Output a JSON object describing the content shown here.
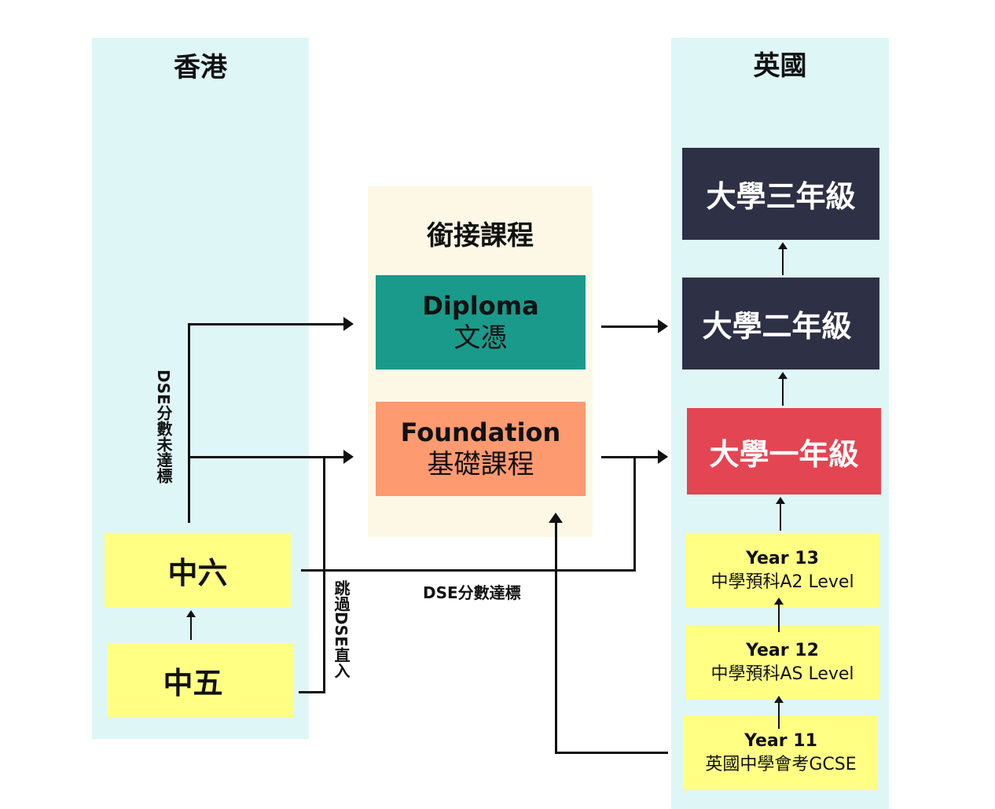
{
  "hong_kong": {
    "title": "香港",
    "form5": "中五",
    "form6": "中六",
    "label_dse_fail": "DSE分數未達標",
    "label_skip_dse": "跳過DSE直入"
  },
  "bridging": {
    "title": "銜接課程",
    "diploma": {
      "main": "Diploma",
      "sub": "文憑"
    },
    "foundation": {
      "main": "Foundation",
      "sub": "基礎課程"
    },
    "label_dse_pass": "DSE分數達標"
  },
  "uk": {
    "title": "英國",
    "uni_year3": "大學三年級",
    "uni_year2": "大學二年級",
    "uni_year1": "大學一年級",
    "year13": {
      "title": "Year 13",
      "sub": "中學預科A2 Level"
    },
    "year12": {
      "title": "Year 12",
      "sub": "中學預科AS Level"
    },
    "year11": {
      "title": "Year 11",
      "sub": "英國中學會考GCSE"
    }
  },
  "colors": {
    "panel": "#dff6f7",
    "bridge": "#fdf8e6",
    "dark": "#2e3045",
    "red": "#e44552",
    "yellow": "#ffff84",
    "teal": "#1a9a8a",
    "orange": "#fd9a70"
  }
}
